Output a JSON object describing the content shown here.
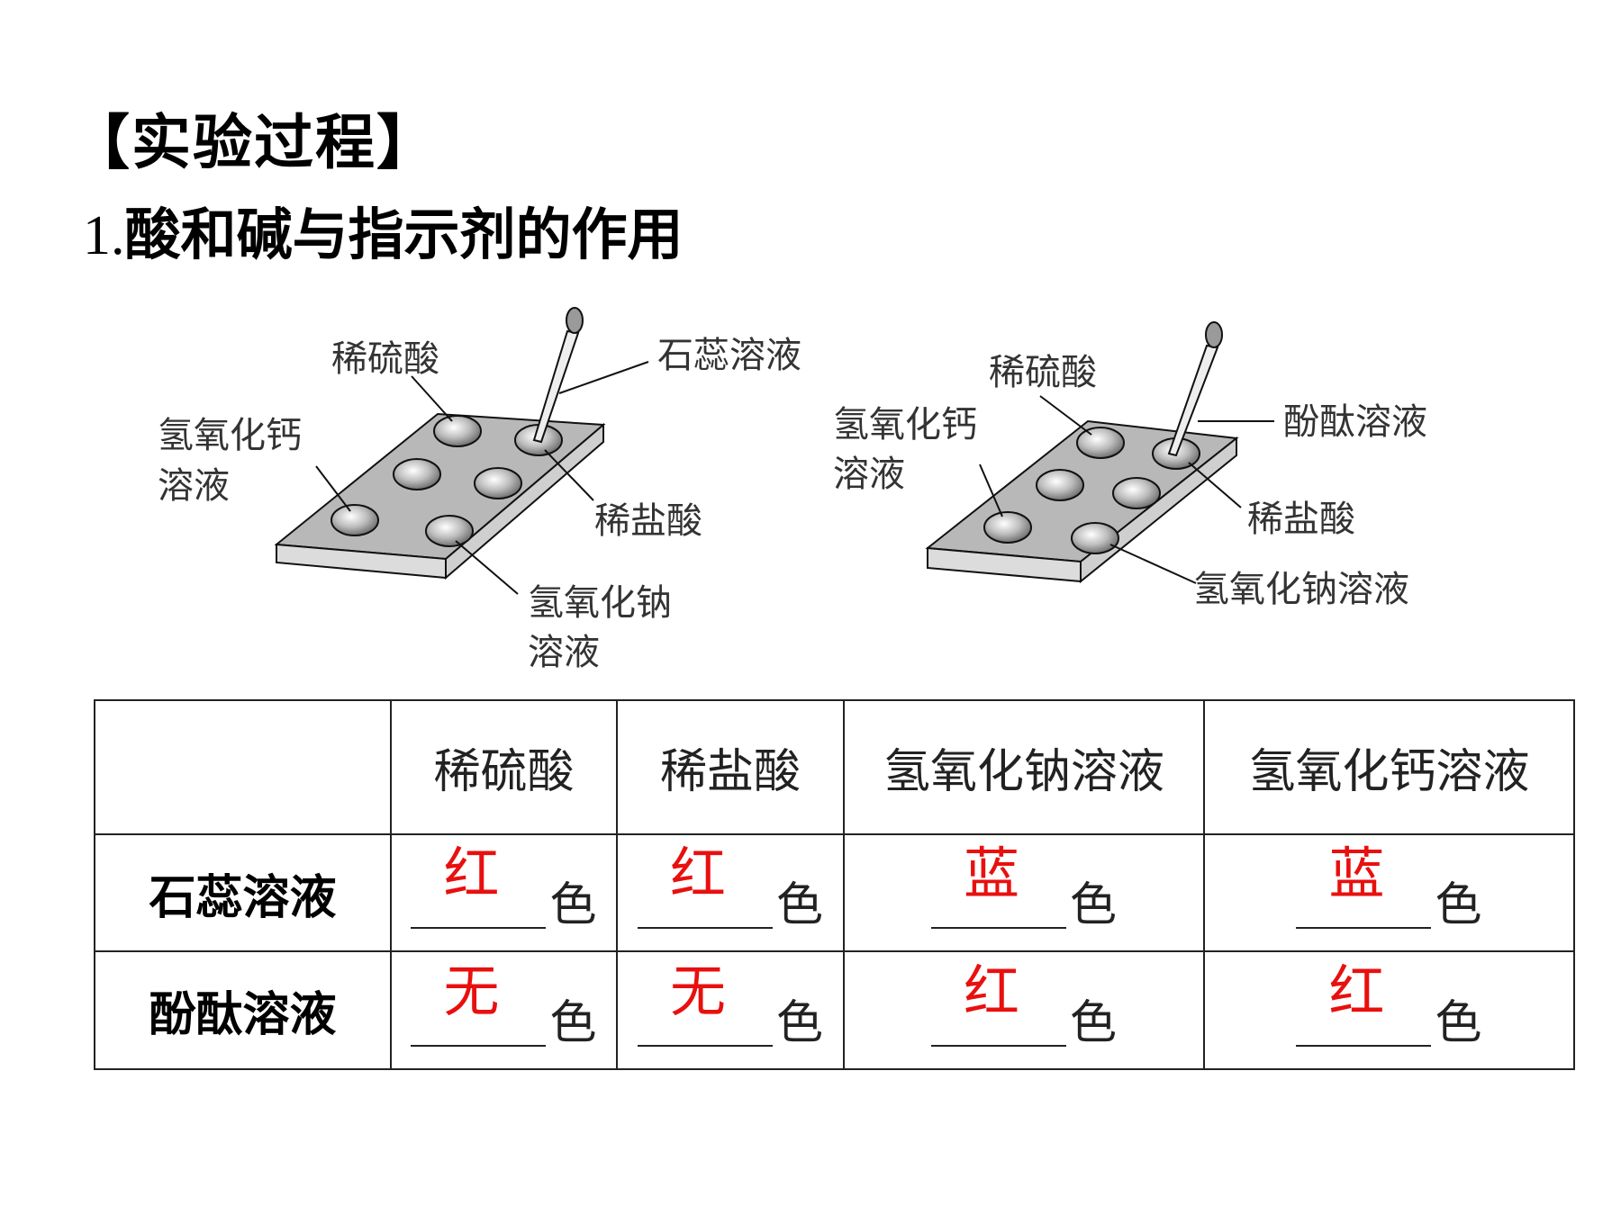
{
  "heading": "【实验过程】",
  "subheading": {
    "number": "1.",
    "text": "酸和碱与指示剂的作用"
  },
  "diagram_left": {
    "labels": {
      "top": "稀硫酸",
      "dropper": "石蕊溶液",
      "left_line1": "氢氧化钙",
      "left_line2": "溶液",
      "right": "稀盐酸",
      "bottom_line1": "氢氧化钠",
      "bottom_line2": "溶液"
    }
  },
  "diagram_right": {
    "labels": {
      "top": "稀硫酸",
      "dropper": "酚酞溶液",
      "left_line1": "氢氧化钙",
      "left_line2": "溶液",
      "right": "稀盐酸",
      "bottom": "氢氧化钠溶液"
    }
  },
  "table": {
    "columns": [
      "稀硫酸",
      "稀盐酸",
      "氢氧化钠溶液",
      "氢氧化钙溶液"
    ],
    "suffix": "色",
    "rows": [
      {
        "label": "石蕊溶液",
        "answers": [
          "红",
          "红",
          "蓝",
          "蓝"
        ]
      },
      {
        "label": "酚酞溶液",
        "answers": [
          "无",
          "无",
          "红",
          "红"
        ]
      }
    ]
  },
  "colors": {
    "answer": "#e8100f",
    "plate_top": "#b8b8b8",
    "plate_side": "#dcdcdc"
  }
}
